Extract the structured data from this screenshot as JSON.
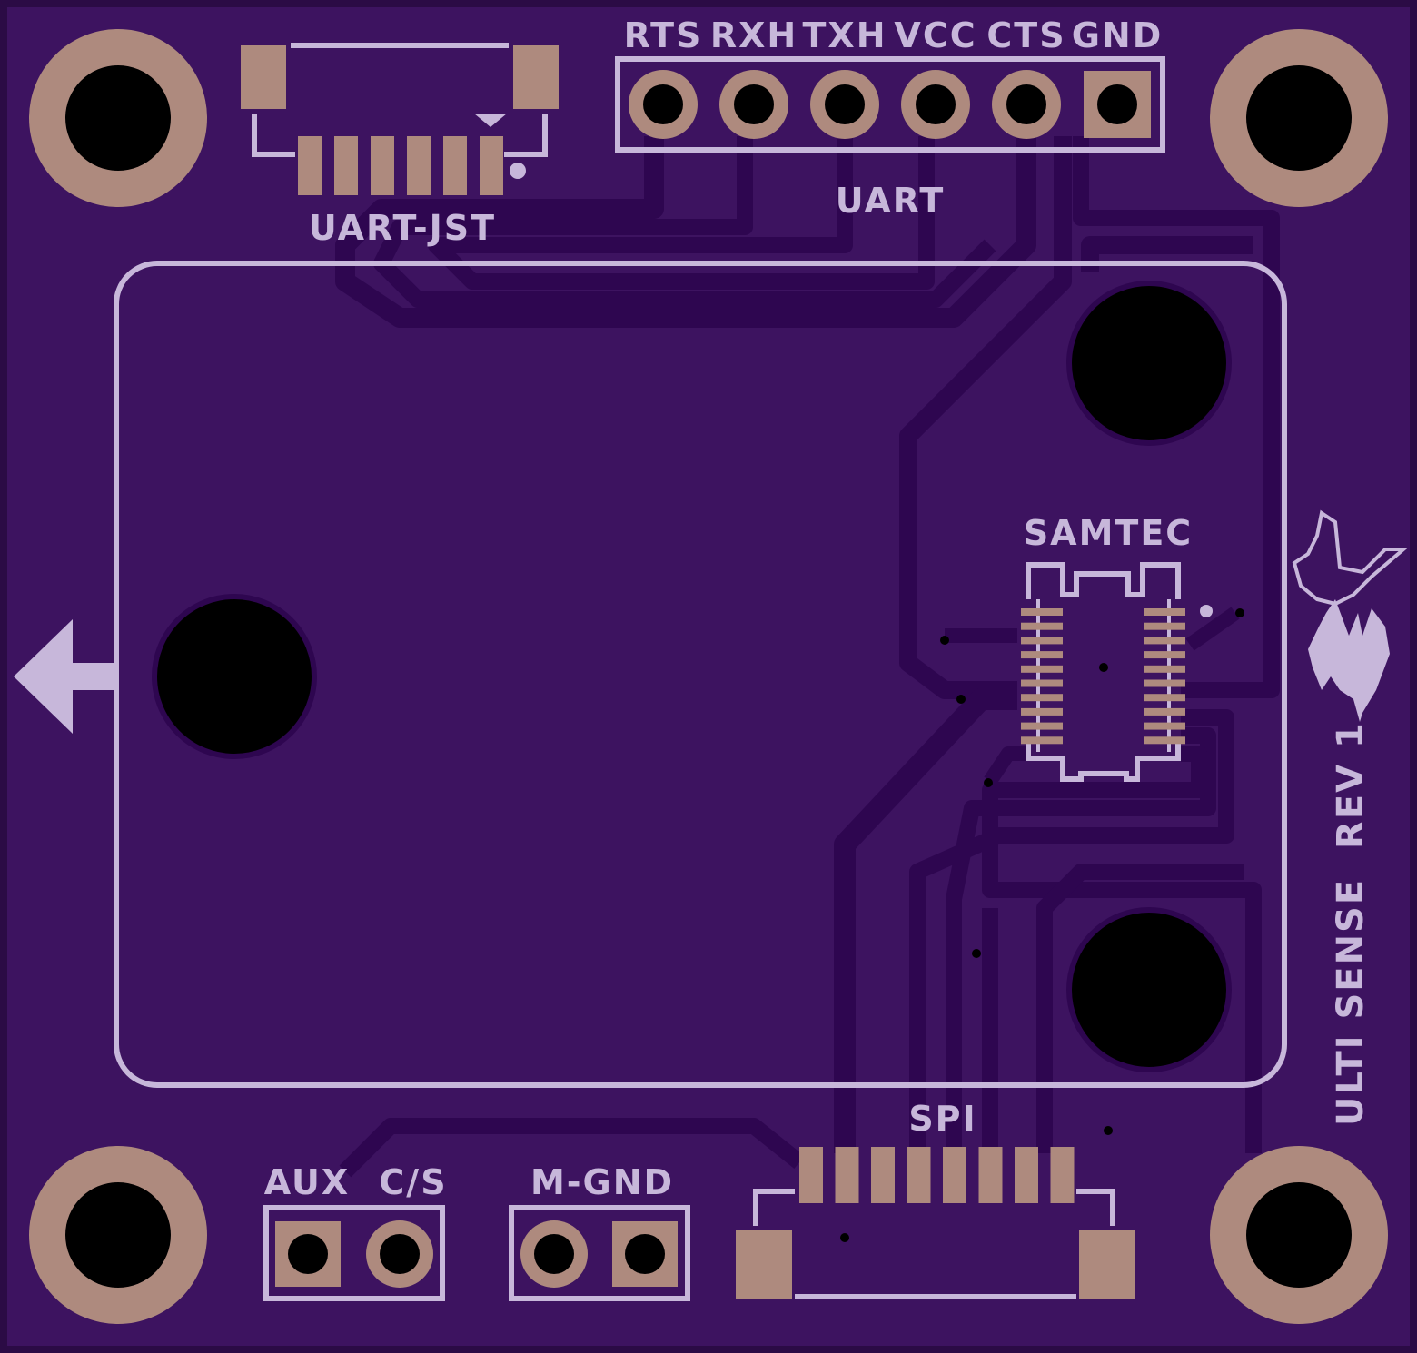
{
  "board": {
    "colors": {
      "board": "#3d1360",
      "edge": "#2b0b45",
      "silk": "#c7b7da",
      "copper": "#ae8a7e",
      "trace": "#2e0650",
      "hole": "#000000"
    },
    "uart_header": {
      "pins": [
        "RTS",
        "RXH",
        "TXH",
        "VCC",
        "CTS",
        "GND"
      ],
      "label": "UART"
    },
    "uart_jst": {
      "label": "UART-JST",
      "pin_count": 6
    },
    "samtec": {
      "label": "SAMTEC",
      "pins_per_side": 10
    },
    "spi": {
      "label": "SPI",
      "pin_count": 8
    },
    "aux_header": {
      "label_aux": "AUX",
      "label_cs": "C/S"
    },
    "mgnd_header": {
      "label": "M-GND"
    },
    "board_name": "ULTI SENSE  REV 1",
    "logo": "wolf-flame-logo"
  }
}
